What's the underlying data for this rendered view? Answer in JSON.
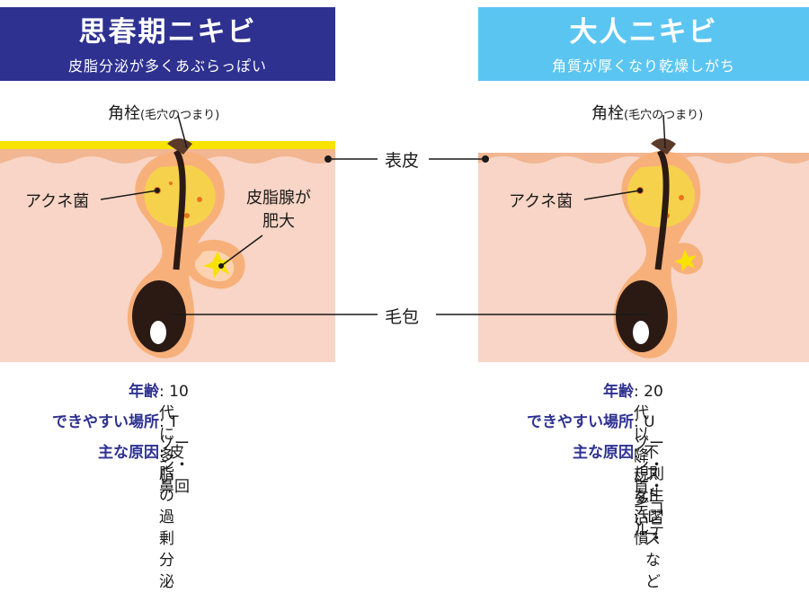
{
  "left": {
    "title": "思春期ニキビ",
    "subtitle": "皮脂分泌が多くあぶらっぽい",
    "plug_label": "角栓",
    "plug_note": "(毛穴のつまり)",
    "bacteria_label": "アクネ菌",
    "gland_label_1": "皮脂腺が",
    "gland_label_2": "肥大",
    "rows": [
      {
        "key": "年齢",
        "value": "10代に多い"
      },
      {
        "key": "できやすい場所",
        "value": "Tゾーン・鼻回"
      },
      {
        "key": "主な原因",
        "value": "皮脂の過剰分泌"
      }
    ]
  },
  "right": {
    "title": "大人ニキビ",
    "subtitle": "角質が厚くなり乾燥しがち",
    "plug_label": "角栓",
    "plug_note": "(毛穴のつまり)",
    "bacteria_label": "アクネ菌",
    "rows": [
      {
        "key": "年齢",
        "value": "20代以降に多い"
      },
      {
        "key": "できやすい場所",
        "value": "Uゾーン・首・デコルテ"
      },
      {
        "key": "主な原因",
        "value": "不規則な生活習慣・"
      },
      {
        "key": "",
        "value": "ストレスなど"
      }
    ]
  },
  "center": {
    "epidermis_label": "表皮",
    "follicle_label": "毛包"
  },
  "colors": {
    "left_header": "#2e3190",
    "right_header": "#5bc5f2",
    "skin": "#f8d5c6",
    "skin_top": "#f2b692",
    "sebum": "#f6d24c",
    "gland": "#f7b07a",
    "hair": "#2b1a14",
    "stratum": "#f7e200"
  }
}
